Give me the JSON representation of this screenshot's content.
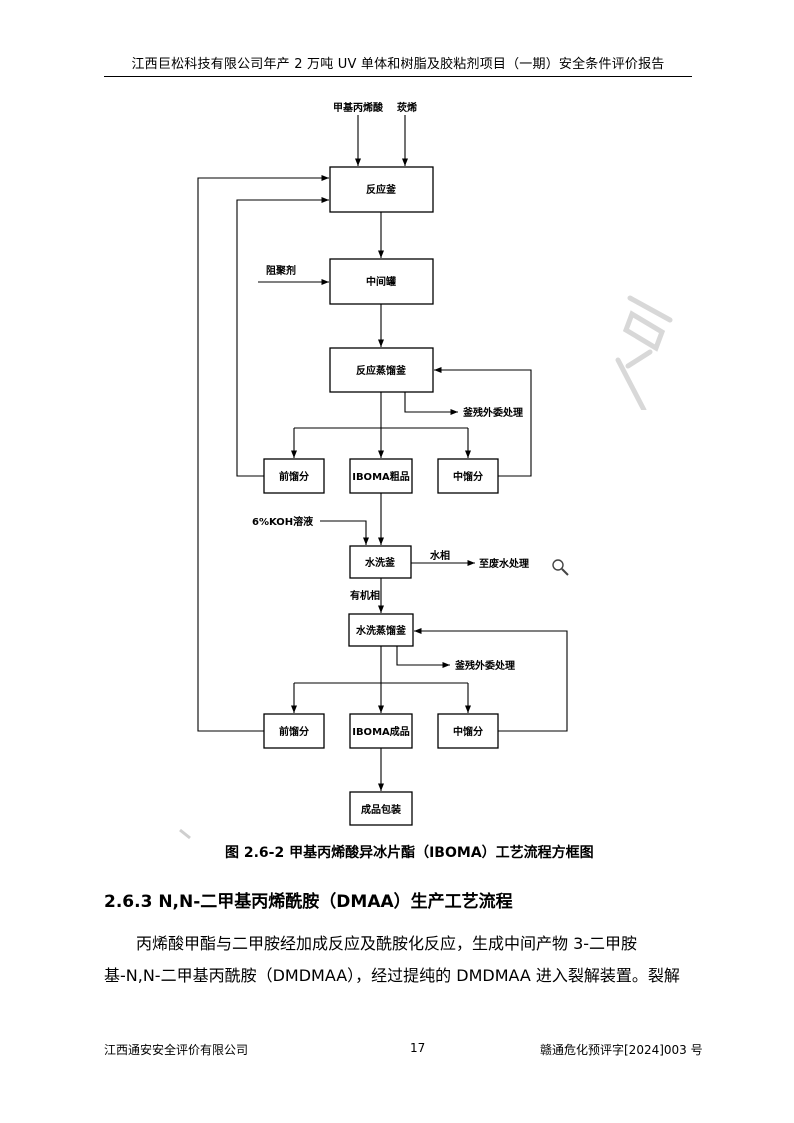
{
  "header": {
    "title": "江西巨松科技有限公司年产 2 万吨 UV 单体和树脂及胶粘剂项目（一期）安全条件评价报告"
  },
  "diagram": {
    "inputs": {
      "methacrylic_acid": "甲基丙烯酸",
      "camphene": "莰烯",
      "inhibitor": "阻聚剂",
      "koh_solution": "6%KOH溶液"
    },
    "boxes": {
      "reactor": "反应釜",
      "intermediate_tank": "中间罐",
      "reaction_distillation": "反应蒸馏釜",
      "front_fraction_1": "前馏分",
      "crude_product": "IBOMA粗品",
      "middle_fraction_1": "中馏分",
      "washing_kettle": "水洗釜",
      "washing_distillation": "水洗蒸馏釜",
      "front_fraction_2": "前馏分",
      "finished_product": "IBOMA成品",
      "middle_fraction_2": "中馏分",
      "packaging": "成品包装"
    },
    "outputs": {
      "residue_1": "釜残外委处理",
      "residue_2": "釜残外委处理",
      "wastewater": "至废水处理"
    },
    "edge_labels": {
      "water_phase": "水相",
      "organic_phase": "有机相"
    }
  },
  "caption": "图 2.6-2   甲基丙烯酸异冰片酯（IBOMA）工艺流程方框图",
  "section_heading": "2.6.3 N,N-二甲基丙烯酰胺（DMAA）生产工艺流程",
  "paragraph_lines": [
    "丙烯酸甲酯与二甲胺经加成反应及酰胺化反应，生成中间产物 3-二甲胺",
    "基-N,N-二甲基丙酰胺（DMDMAA），经过提纯的 DMDMAA 进入裂解装置。裂解"
  ],
  "footer": {
    "company": "江西通安安全评价有限公司",
    "page_number": "17",
    "report_number": "赣通危化预评字[2024]003 号"
  },
  "icons": [
    "zoom-icon",
    "watermark"
  ]
}
